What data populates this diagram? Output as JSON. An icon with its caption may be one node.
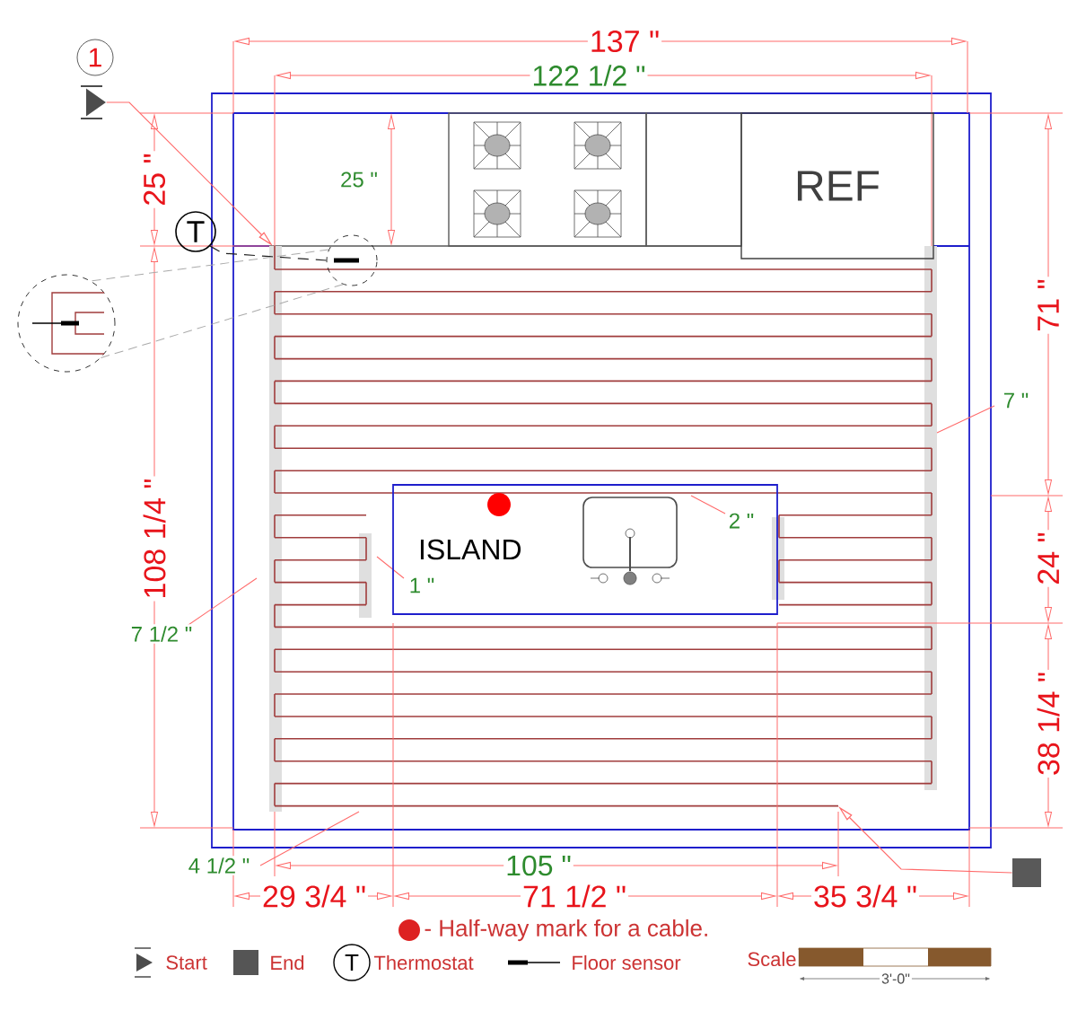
{
  "diagram": {
    "nodes": [
      {
        "text": [
          "1"
        ]
      },
      {
        "text": [],
        "shape": "triangle"
      },
      {
        "text": [
          "T"
        ]
      },
      {
        "text": [],
        "shape": "circle"
      },
      {
        "text": [],
        "shape": "circle"
      },
      {
        "text": [
          "REF"
        ]
      },
      {
        "text": [
          "ISLAND"
        ]
      },
      {
        "text": [],
        "shape": "box"
      }
    ],
    "edges": [
      {
        "from": 1,
        "to": null,
        "arrow": "to"
      },
      {
        "from": 2,
        "to": 3,
        "arrow": "none",
        "style": "dashed",
        "color": "#222222"
      },
      {
        "from": 7,
        "to": null,
        "arrow": "to"
      },
      {
        "from": 3,
        "to": 4,
        "arrow": "none",
        "style": "dashed",
        "color": "#aaaaaa"
      },
      {
        "from": 3,
        "to": 4,
        "arrow": "none",
        "style": "dashed",
        "color": "#aaaaaa"
      }
    ],
    "labels": [
      "137 \"",
      "122 1/2 \"",
      "25 \"",
      "25 \"",
      "71 \"",
      "7 \"",
      "108 1/4 \"",
      "2 \"",
      "24 \"",
      "1 \"",
      "7 1/2 \"",
      "38 1/4 \"",
      "4 1/2 \"",
      "105 \"",
      "29 3/4 \"",
      "71 1/2 \"",
      "35 3/4 \"",
      "T",
      "Scale",
      "3'-0\""
    ],
    "legend": [
      {
        "text": "- Half-way mark for a cable.",
        "color": "#dd2222"
      },
      {
        "text": "Start"
      },
      {
        "text": "End",
        "color": "#555555"
      },
      {
        "text": "Thermostat"
      },
      {
        "text": "Floor sensor"
      }
    ]
  }
}
